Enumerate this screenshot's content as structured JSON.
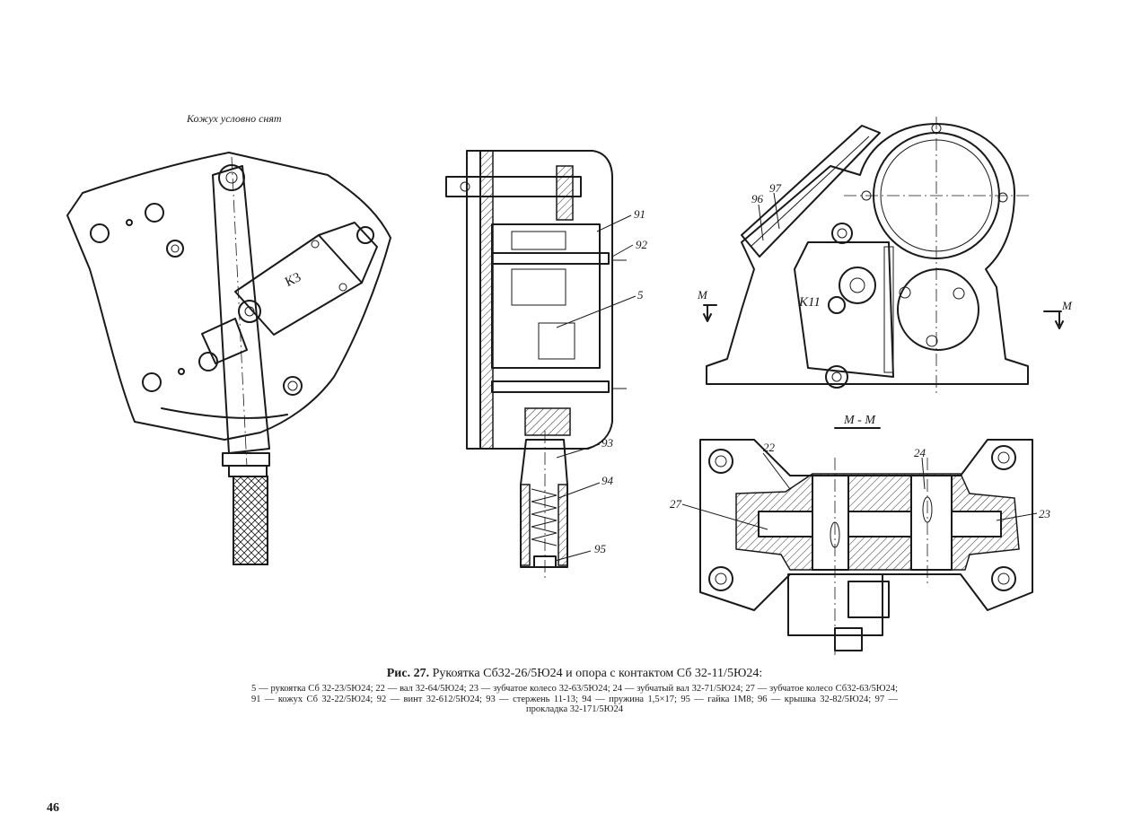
{
  "figure": {
    "note_label": "Кожух условно снят",
    "contact_label_left": "К3",
    "contact_label_right": "К11",
    "section_mark": "М",
    "section_title": "М - М",
    "callouts": {
      "n91": "91",
      "n92": "92",
      "n5": "5",
      "n93": "93",
      "n94": "94",
      "n95": "95",
      "n96": "96",
      "n97": "97",
      "n22": "22",
      "n24": "24",
      "n27": "27",
      "n23": "23"
    }
  },
  "caption": {
    "number": "Рис. 27.",
    "title": "Рукоятка Сб32-26/5Ю24 и опора с контактом Сб 32-11/5Ю24:",
    "legend": "5 — рукоятка Сб 32-23/5Ю24; 22 — вал 32-64/5Ю24; 23 — зубчатое колесо 32-63/5Ю24; 24 — зубчатый вал 32-71/5Ю24; 27 — зубчатое колесо Сб32-63/5Ю24; 91 — кожух Сб 32-22/5Ю24; 92 — винт 32-612/5Ю24; 93 — стержень 11-13; 94 — пружина 1,5×17; 95 — гайка 1М8; 96 — крышка 32-82/5Ю24; 97 — прокладка 32-171/5Ю24"
  },
  "page_number": "46"
}
